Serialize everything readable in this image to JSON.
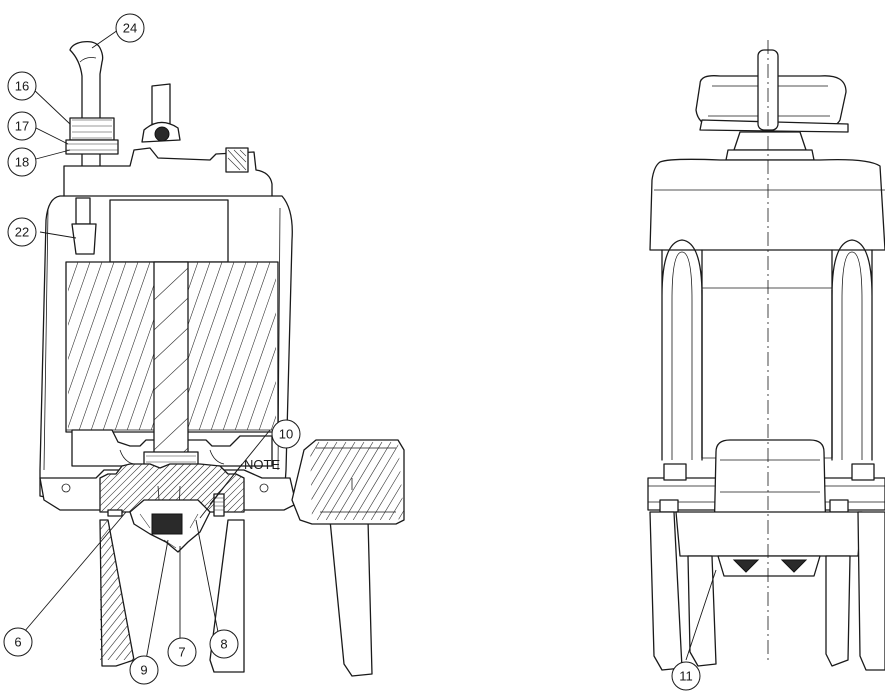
{
  "callouts": [
    {
      "id": "c24",
      "label": "24"
    },
    {
      "id": "c16",
      "label": "16"
    },
    {
      "id": "c17",
      "label": "17"
    },
    {
      "id": "c18",
      "label": "18"
    },
    {
      "id": "c22",
      "label": "22"
    },
    {
      "id": "c10",
      "label": "10"
    },
    {
      "id": "c6",
      "label": "6"
    },
    {
      "id": "c9",
      "label": "9"
    },
    {
      "id": "c7",
      "label": "7"
    },
    {
      "id": "c8",
      "label": "8"
    },
    {
      "id": "c11",
      "label": "11"
    }
  ],
  "note_label": "NOTE"
}
